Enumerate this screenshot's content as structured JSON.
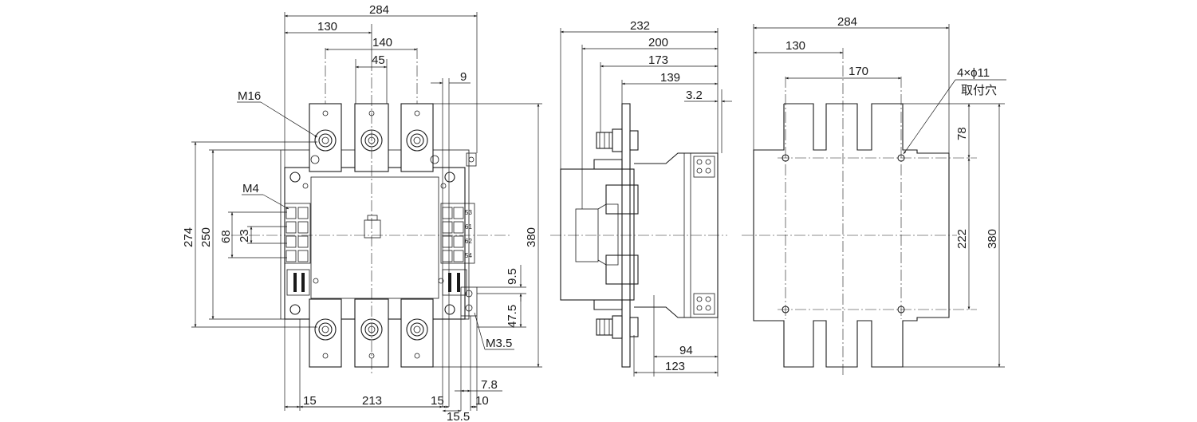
{
  "front_view": {
    "overall_width": "284",
    "pitch_130": "130",
    "pitch_140": "140",
    "pitch_45": "45",
    "dim_9": "9",
    "thread_m16": "M16",
    "thread_m4": "M4",
    "thread_m35": "M3.5",
    "height_274": "274",
    "height_250": "250",
    "dim_68": "68",
    "dim_23": "23",
    "height_380": "380",
    "dim_95": "9.5",
    "dim_475": "47.5",
    "dim_78": "7.8",
    "bottom_15_left": "15",
    "bottom_213": "213",
    "bottom_15_right": "15",
    "bottom_10": "10",
    "bottom_155": "15.5",
    "aux_labels": [
      "53",
      "61",
      "62",
      "54"
    ]
  },
  "side_view": {
    "depth_232": "232",
    "depth_200": "200",
    "depth_173": "173",
    "depth_139": "139",
    "dim_32": "3.2",
    "dim_94": "94",
    "dim_123": "123"
  },
  "mount_view": {
    "overall_width": "284",
    "dim_130": "130",
    "hole_pitch_170": "170",
    "holes_spec": "4×ϕ11",
    "holes_note": "取付穴",
    "dim_78": "78",
    "hole_pitch_222": "222",
    "height_380": "380"
  }
}
